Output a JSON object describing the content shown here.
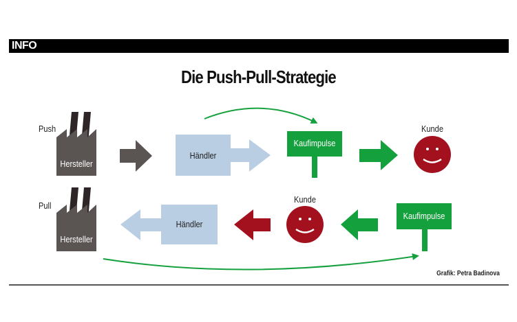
{
  "header": {
    "label": "INFO"
  },
  "title": "Die Push-Pull-Strategie",
  "colors": {
    "factory": "#5a5453",
    "chimney": "#2e2527",
    "gray_arrow": "#5a5453",
    "haendler": "#b9cde3",
    "green": "#14a03c",
    "red": "#a3111f"
  },
  "push": {
    "label": "Push",
    "hersteller": "Hersteller",
    "haendler": "Händler",
    "kaufimpulse": "Kaufimpulse",
    "kunde": "Kunde"
  },
  "pull": {
    "label": "Pull",
    "hersteller": "Hersteller",
    "haendler": "Händler",
    "kaufimpulse": "Kaufimpulse",
    "kunde": "Kunde"
  },
  "credit": "Grafik: Petra Badinova"
}
